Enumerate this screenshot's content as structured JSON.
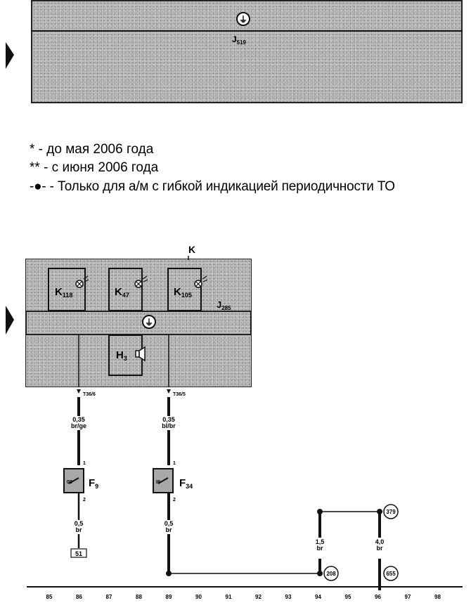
{
  "top_panel": {
    "component": "J",
    "component_sub": "519"
  },
  "legend": {
    "line1": "* - до мая 2006 года",
    "line2": "** - с июня 2006 года",
    "line3": "-●- - Только для а/м с гибкой индикацией периодичности ТО"
  },
  "cluster": {
    "title": "K",
    "lamps": [
      {
        "name": "K",
        "sub": "118"
      },
      {
        "name": "K",
        "sub": "47"
      },
      {
        "name": "K",
        "sub": "105"
      }
    ],
    "unit_name": "J",
    "unit_sub": "285",
    "buzzer_name": "H",
    "buzzer_sub": "3"
  },
  "wires": [
    {
      "connector": "T36/6",
      "size": "0,35",
      "color": "br/ge"
    },
    {
      "connector": "T36/5",
      "size": "0,35",
      "color": "bl/br"
    }
  ],
  "fuses": [
    {
      "name": "F",
      "sub": "9",
      "pin_in": "1",
      "pin_out": "2",
      "wire_size": "0,5",
      "wire_color": "br",
      "terminal": "51"
    },
    {
      "name": "F",
      "sub": "34",
      "pin_in": "1",
      "pin_out": "2",
      "wire_size": "0,5",
      "wire_color": "br"
    }
  ],
  "ground_wires": [
    {
      "size": "1,5",
      "color": "br",
      "ground_point": "208"
    },
    {
      "size": "4,0",
      "color": "br",
      "ground_point": "655",
      "top_point": "379"
    }
  ],
  "scale_ticks": [
    "85",
    "86",
    "87",
    "88",
    "89",
    "90",
    "91",
    "92",
    "93",
    "94",
    "95",
    "96",
    "97",
    "98"
  ]
}
